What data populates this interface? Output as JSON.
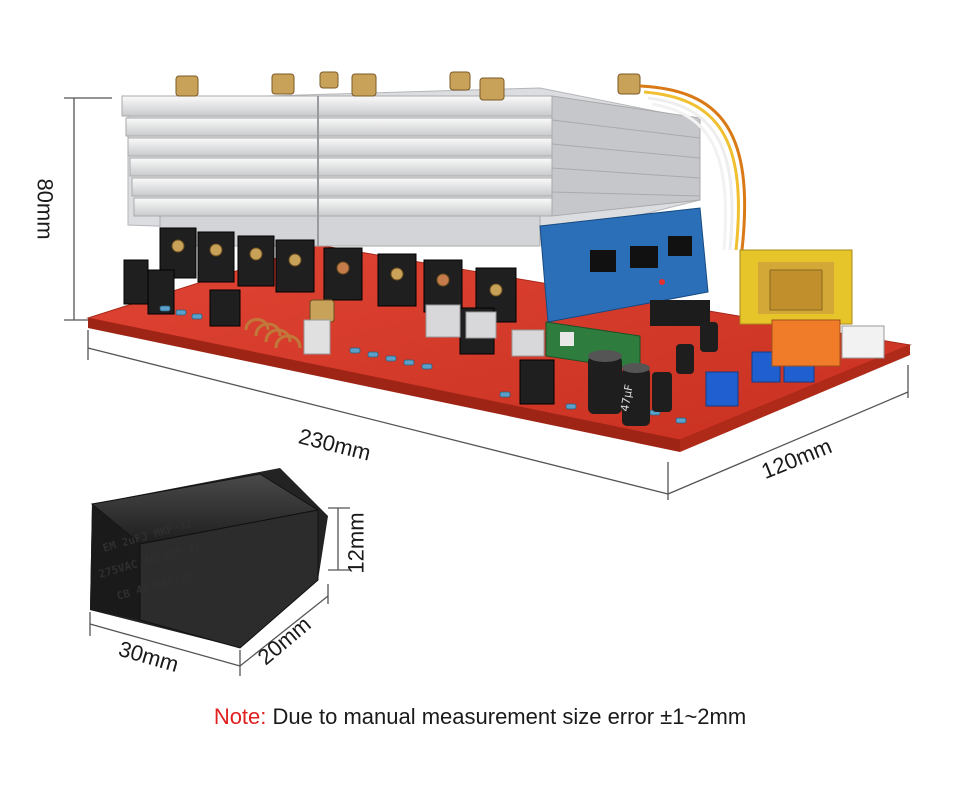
{
  "dimensions": {
    "height": "80mm",
    "length": "230mm",
    "width": "120mm",
    "cap_length": "30mm",
    "cap_width": "20mm",
    "cap_height": "12mm"
  },
  "capacitor_print": {
    "line1": "EM 2uFJ MKP-X2",
    "line2": "275VAC 40/105/21",
    "line3": "CB 40/085/21"
  },
  "module_print": {
    "cap_value": "47μF"
  },
  "note": {
    "prefix": "Note:",
    "text": " Due to manual measurement size error ±1~2mm"
  },
  "colors": {
    "pcb": "#d93a2c",
    "heatsink": "#e8e8ea",
    "driver_board": "#2a6fb8",
    "transformer": "#e6c52a",
    "note_prefix": "#e02020"
  }
}
